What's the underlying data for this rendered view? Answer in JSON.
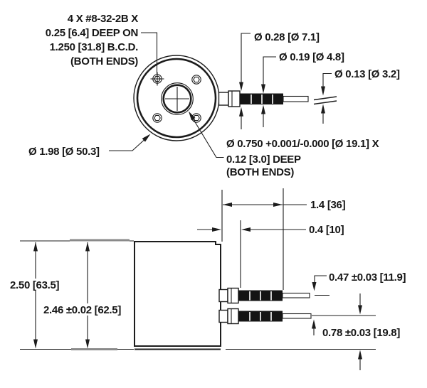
{
  "front_view": {
    "bolt_pattern_note": [
      "4 X #8-32-2B X",
      "0.25 [6.4] DEEP ON",
      "1.250 [31.8] B.C.D.",
      "(BOTH ENDS)"
    ],
    "connector_diameter": "Ø 0.28 [Ø 7.1]",
    "strain_relief_diameter": "Ø 0.19 [Ø 4.8]",
    "cable_diameter": "Ø 0.13 [Ø 3.2]",
    "body_diameter": "Ø 1.98 [Ø 50.3]",
    "center_bore_note": [
      "Ø 0.750 +0.001/-0.000 [Ø 19.1] X",
      "0.12 [3.0] DEEP",
      "(BOTH ENDS)"
    ]
  },
  "side_view": {
    "connector_overall_length": "1.4 [36]",
    "connector_nut_length": "0.4 [10]",
    "body_height": "2.50 [63.5]",
    "body_height_with_tolerance": "2.46 ±0.02 [62.5]",
    "connector_spacing": "0.47 ±0.03 [11.9]",
    "lower_connector_height": "0.78 ±0.03 [19.8]"
  },
  "colors": {
    "line": "#1c1c1c",
    "secondary_line": "#8a8a8a",
    "background": "#ffffff"
  }
}
